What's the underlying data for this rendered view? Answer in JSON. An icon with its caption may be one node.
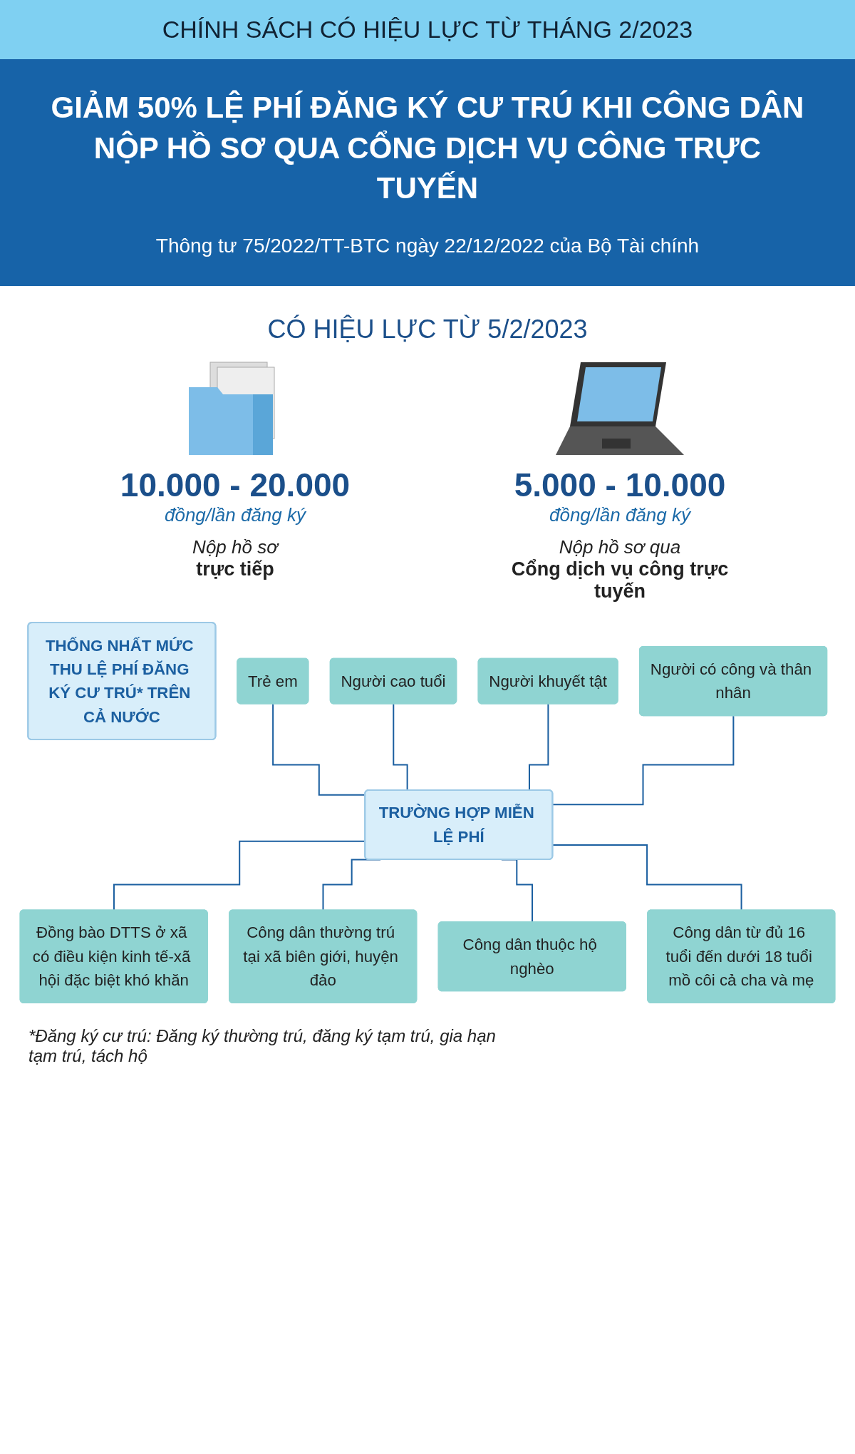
{
  "diagram": {
    "title": "GIẢM 50% LỆ PHÍ ĐĂNG KÝ CƯ TRÚ KHI CÔNG DÂN NỘP HỒ SƠ QUA CỔNG DỊCH VỤ CÔNG TRỰC TUYẾN",
    "caption": "*Đăng ký cư trú: Đăng ký thường trú, đăng ký tạm trú, gia hạn tạm trú, tách hộ",
    "nodes": [
      {
        "text": [
          "THỐNG NHẤT MỨC THU LỆ PHÍ ĐĂNG KÝ CƯ TRÚ* TRÊN CẢ NƯỚC"
        ]
      },
      {
        "text": [
          "Trẻ em"
        ]
      },
      {
        "text": [
          "Người cao tuổi"
        ]
      },
      {
        "text": [
          "Người khuyết tật"
        ]
      },
      {
        "text": [
          "Người có công và thân nhân"
        ]
      },
      {
        "text": [
          "TRƯỜNG HỢP MIỄN LỆ PHÍ"
        ]
      },
      {
        "text": [
          "Đồng bào DTTS ở xã có điều kiện kinh tế-xã hội đặc biệt khó khăn"
        ]
      },
      {
        "text": [
          "Công dân thường trú tại xã biên giới, huyện đảo"
        ]
      },
      {
        "text": [
          "Công dân thuộc hộ nghèo"
        ]
      },
      {
        "text": [
          "Công dân từ đủ 16 tuổi đến dưới 18 tuổi mồ côi cả cha và mẹ"
        ]
      }
    ],
    "edges": [
      {
        "from": 1,
        "to": 5,
        "arrow": "none"
      },
      {
        "from": 2,
        "to": 5,
        "arrow": "none"
      },
      {
        "from": 3,
        "to": 5,
        "arrow": "none"
      },
      {
        "from": 4,
        "to": 5,
        "arrow": "none"
      },
      {
        "from": 5,
        "to": 6,
        "arrow": "none"
      },
      {
        "from": 5,
        "to": 7,
        "arrow": "none"
      },
      {
        "from": 5,
        "to": 8,
        "arrow": "none"
      },
      {
        "from": 5,
        "to": 9,
        "arrow": "none"
      }
    ],
    "labels": [
      "CHÍNH SÁCH CÓ HIỆU LỰC TỪ THÁNG 2/2023",
      "Thông tư 75/2022/TT-BTC ngày 22/12/2022 của Bộ Tài chính",
      "CÓ HIỆU LỰC TỪ 5/2/2023",
      "10.000 - 20.000",
      "đồng/lần đăng ký",
      "Nộp hồ sơ",
      "trực tiếp",
      "5.000 - 10.000",
      "đồng/lần đăng ký",
      "Nộp hồ sơ qua",
      "Cổng dịch vụ công trực tuyến"
    ]
  }
}
